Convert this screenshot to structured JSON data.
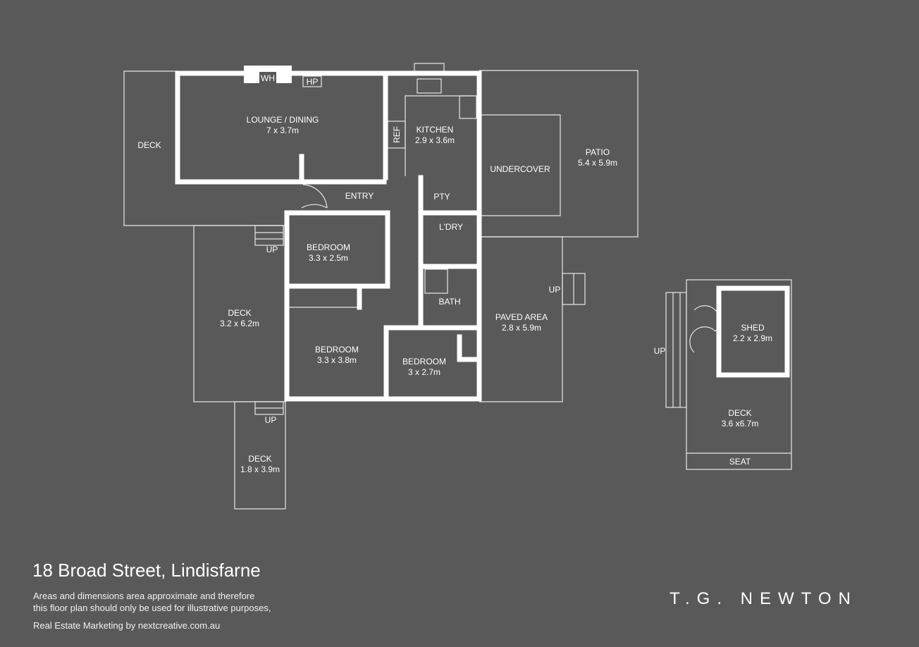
{
  "rooms": {
    "deck_left": {
      "name": "DECK"
    },
    "lounge": {
      "name": "LOUNGE / DINING",
      "size": "7 x 3.7m"
    },
    "kitchen": {
      "name": "KITCHEN",
      "size": "2.9 x 3.6m"
    },
    "ref": "REF",
    "wh": "WH",
    "hp": "HP",
    "entry": "ENTRY",
    "pty": "PTY",
    "ldry": "L'DRY",
    "bath": "BATH",
    "undercover": "UNDERCOVER",
    "patio": {
      "name": "PATIO",
      "size": "5.4 x 5.9m"
    },
    "bedroom1": {
      "name": "BEDROOM",
      "size": "3.3 x 2.5m"
    },
    "bedroom2": {
      "name": "BEDROOM",
      "size": "3.3 x 3.8m"
    },
    "bedroom3": {
      "name": "BEDROOM",
      "size": "3 x 2.7m"
    },
    "deck_mid": {
      "name": "DECK",
      "size": "3.2  x 6.2m"
    },
    "deck_small": {
      "name": "DECK",
      "size": "1.8 x 3.9m"
    },
    "paved": {
      "name": "PAVED AREA",
      "size": "2.8 x 5.9m"
    },
    "shed": {
      "name": "SHED",
      "size": "2.2 x 2.9m"
    },
    "deck_shed": {
      "name": "DECK",
      "size": "3.6 x6.7m"
    },
    "seat": "SEAT",
    "up": "UP"
  },
  "footer": {
    "address": "18 Broad Street, Lindisfarne",
    "disclaimer_line1": "Areas and dimensions area approximate and therefore",
    "disclaimer_line2": "this floor plan should only be used for illustrative purposes,",
    "credit": "Real Estate Marketing by nextcreative.com.au",
    "brand": "T.G. NEWTON"
  }
}
